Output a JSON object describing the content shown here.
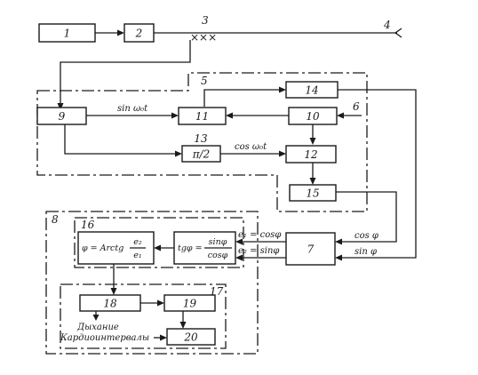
{
  "blocks": {
    "b1": "1",
    "b2": "2",
    "b7": "7",
    "b9": "9",
    "b10": "10",
    "b11": "11",
    "b12": "12",
    "b13": "π/2",
    "b14": "14",
    "b15": "15",
    "b18": "18",
    "b19": "19",
    "b20": "20"
  },
  "refs": {
    "r3": "3",
    "r4": "4",
    "r5": "5",
    "r6": "6",
    "r8": "8",
    "r13": "13",
    "r16": "16",
    "r17": "17"
  },
  "antenna": "×××",
  "signals": {
    "sin_w0t": "sin ω₀t",
    "cos_w0t": "cos ω₀t",
    "e1": "e₁ = cosφ",
    "e2": "e₂ = sinφ",
    "cos_phi": "cos φ",
    "sin_phi": "sin φ"
  },
  "formulas": {
    "arctg_lhs": "φ = Arctg",
    "arctg_num": "e₂",
    "arctg_den": "e₁",
    "tg_lhs": "tgφ =",
    "tg_num": "sinφ",
    "tg_den": "cosφ"
  },
  "outputs": {
    "breathing": "Дыхание",
    "cardio": "Кардиоинтервалы"
  }
}
